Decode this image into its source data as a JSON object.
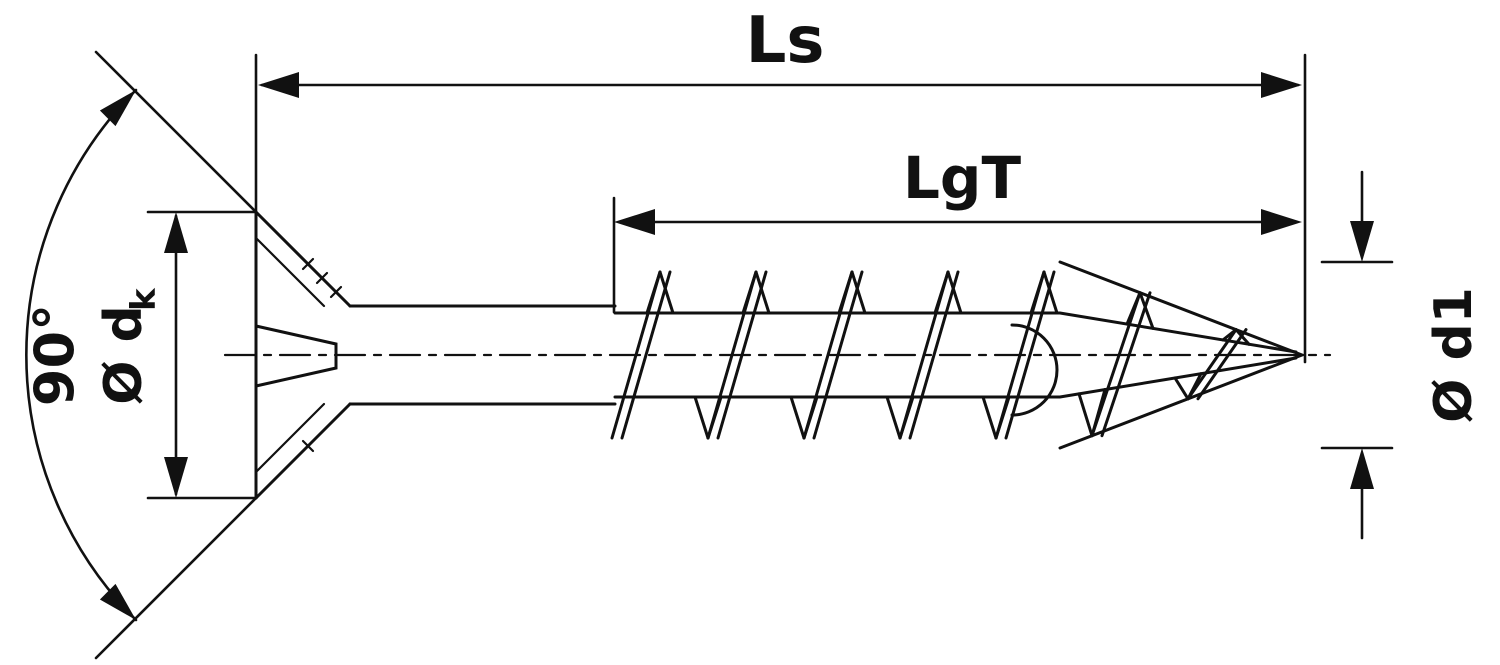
{
  "diagram": {
    "type": "technical-drawing",
    "subject": "countersunk-screw-dimension-diagram",
    "labels": {
      "total_length": "Ls",
      "thread_length": "LgT",
      "head_angle": "90°",
      "head_diameter_prefix": "Ø d",
      "head_diameter_subscript": "k",
      "thread_diameter": "Ø d1"
    },
    "colors": {
      "line": "#111111",
      "background": "#ffffff"
    }
  }
}
